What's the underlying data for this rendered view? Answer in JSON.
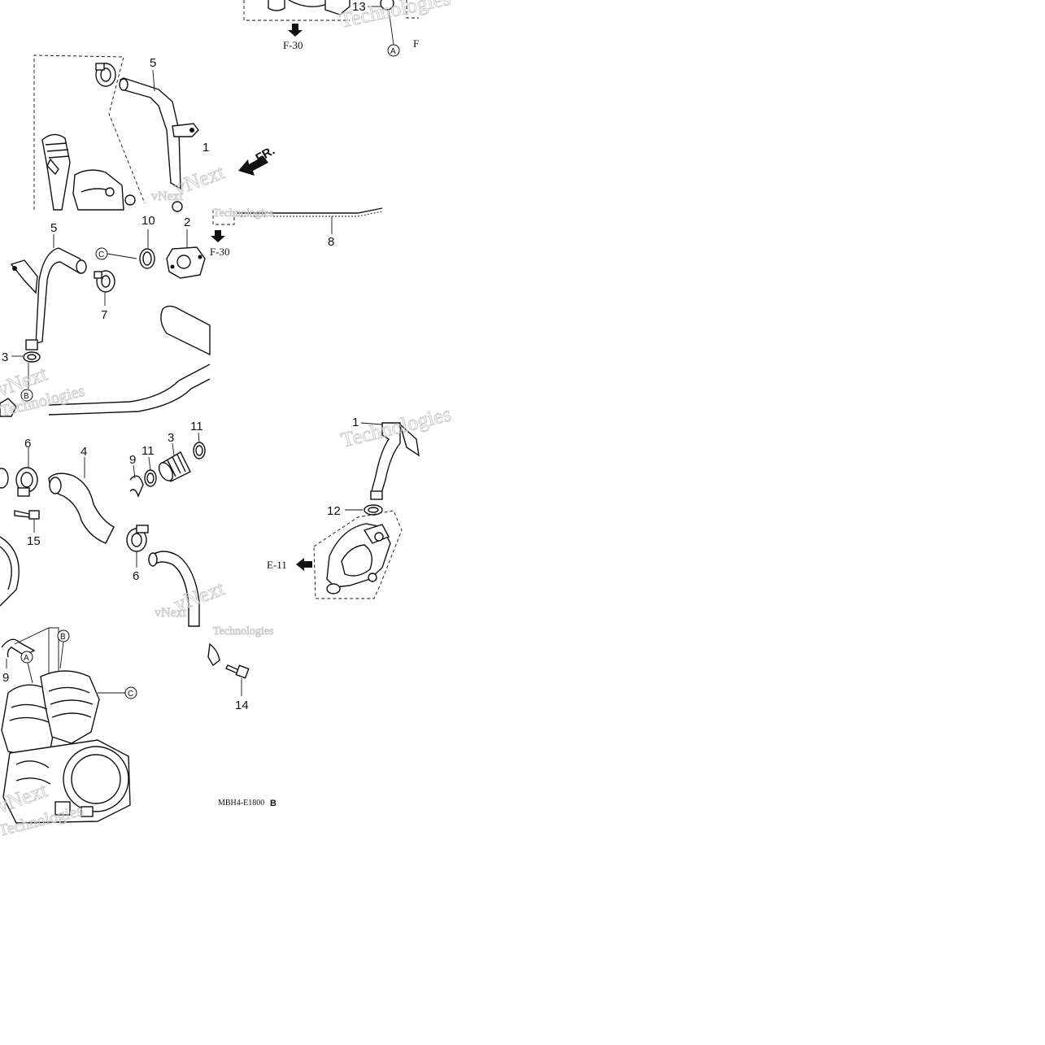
{
  "watermark": {
    "primary": "vNext",
    "secondary": "Technologies"
  },
  "diagram": {
    "code": "MBH4-E1800",
    "code_suffix": "B",
    "direction_label": "FR.",
    "refs": {
      "f30_top": "F-30",
      "f30_mid": "F-30",
      "e11": "E-11",
      "f_edge": "F"
    },
    "circle_letters": {
      "a_top": "A",
      "b_mid": "B",
      "c_mid": "C",
      "a_bottom": "A",
      "b_bottom": "B",
      "c_bottom": "C"
    },
    "callouts": {
      "c13": "13",
      "c5_top": "5",
      "c1_top": "1",
      "c8": "8",
      "c5_mid": "5",
      "c10": "10",
      "c2": "2",
      "c7": "7",
      "c3_mid": "3",
      "c6_a": "6",
      "c4": "4",
      "c9_mid": "9",
      "c11_a": "11",
      "c3_low": "3",
      "c11_b": "11",
      "c15": "15",
      "c6_b": "6",
      "c1_right": "1",
      "c12": "12",
      "c9_bottom": "9",
      "c14": "14"
    }
  }
}
